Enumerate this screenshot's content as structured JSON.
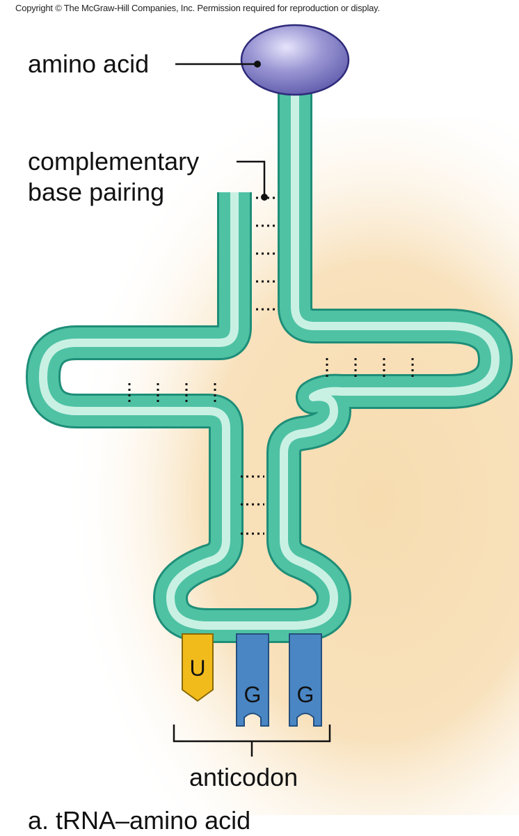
{
  "copyright": "Copyright © The McGraw-Hill Companies, Inc. Permission required for reproduction or display.",
  "labels": {
    "amino_acid": "amino acid",
    "complementary_line1": "complementary",
    "complementary_line2": "base pairing",
    "anticodon": "anticodon",
    "caption": "a. tRNA–amino acid"
  },
  "anticodon_bases": [
    "U",
    "G",
    "G"
  ],
  "colors": {
    "trna_dark": "#1e8e78",
    "trna_mid": "#4fc2a4",
    "trna_light": "#d6f6ea",
    "amino_acid": "#9b97d4",
    "base_u": "#f2bb1c",
    "base_g": "#4a86c4",
    "background_glow": "#f7dcb0"
  }
}
